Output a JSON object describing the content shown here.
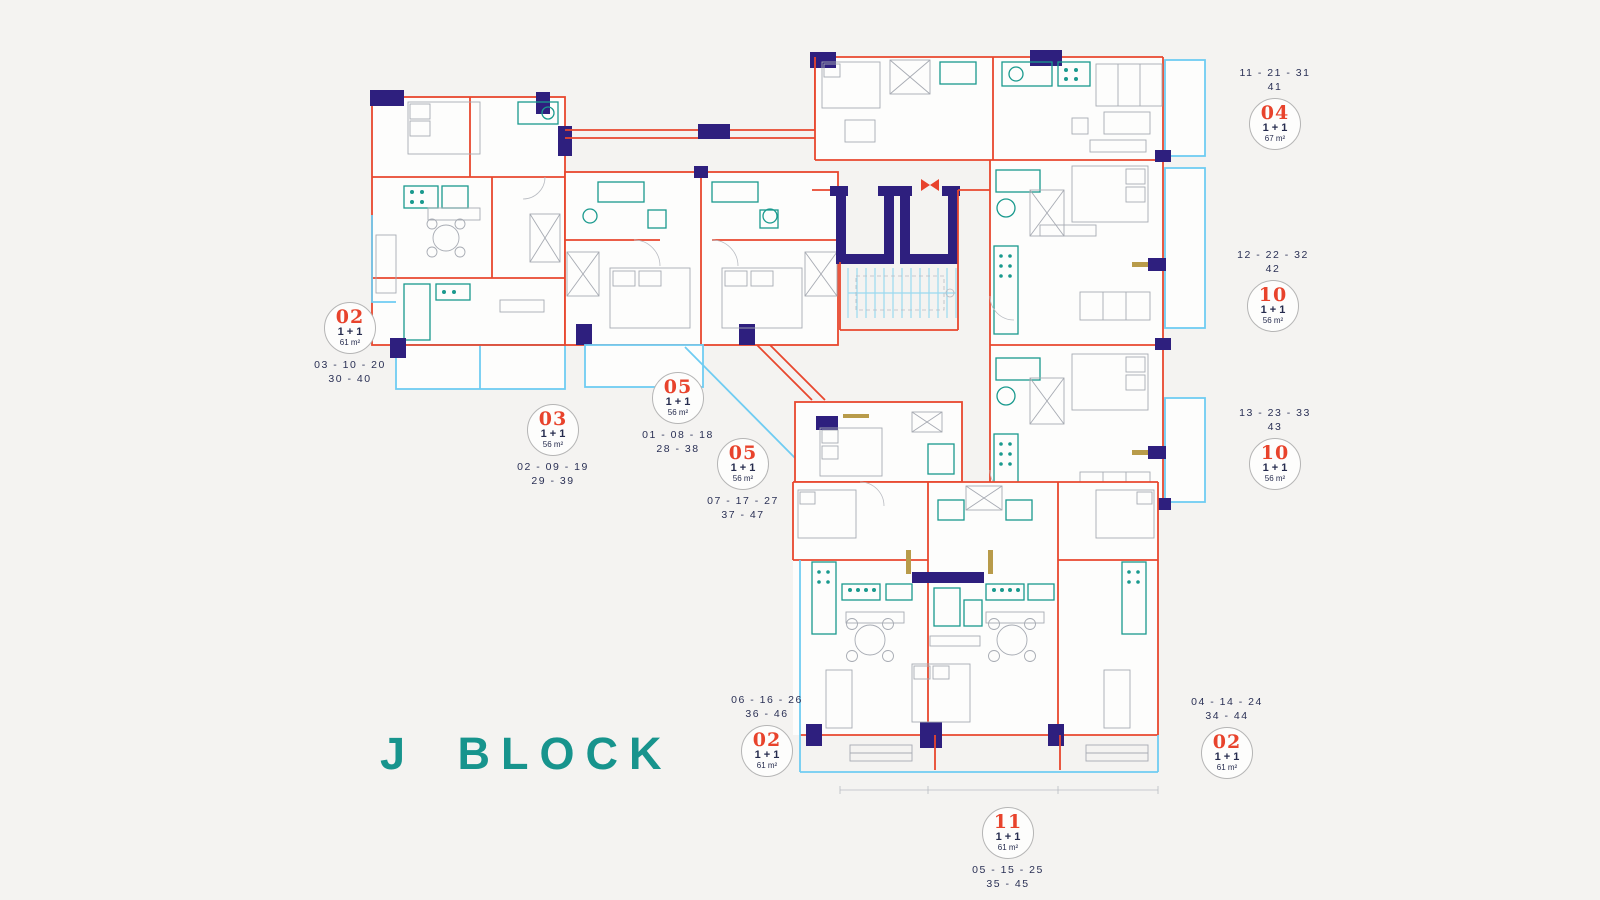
{
  "title": "J BLOCK",
  "colors": {
    "wall_red": "#e8472e",
    "structure_navy": "#2e1f7e",
    "fixture_teal": "#1a9a8e",
    "balcony_blue": "#6fccf2",
    "title_teal": "#17948d",
    "unit_number_red": "#e8432c",
    "text_navy": "#2a3055"
  },
  "units": [
    {
      "unit": "02",
      "type": "1 + 1",
      "area": "61 m²",
      "floors1": "03 - 10 - 20",
      "floors2": "30 - 40"
    },
    {
      "unit": "03",
      "type": "1 + 1",
      "area": "56 m²",
      "floors1": "02 - 09 - 19",
      "floors2": "29 - 39"
    },
    {
      "unit": "05",
      "type": "1 + 1",
      "area": "56 m²",
      "floors1": "01 - 08 - 18",
      "floors2": "28 - 38"
    },
    {
      "unit": "05",
      "type": "1 + 1",
      "area": "56 m²",
      "floors1": "07 - 17 - 27",
      "floors2": "37 - 47"
    },
    {
      "unit": "04",
      "type": "1 + 1",
      "area": "67 m²",
      "floors1": "11 - 21 - 31",
      "floors2": "41"
    },
    {
      "unit": "10",
      "type": "1 + 1",
      "area": "56 m²",
      "floors1": "12 - 22 - 32",
      "floors2": "42"
    },
    {
      "unit": "10",
      "type": "1 + 1",
      "area": "56 m²",
      "floors1": "13 - 23 - 33",
      "floors2": "43"
    },
    {
      "unit": "02",
      "type": "1 + 1",
      "area": "61 m²",
      "floors1": "06 - 16 - 26",
      "floors2": "36 - 46"
    },
    {
      "unit": "02",
      "type": "1 + 1",
      "area": "61 m²",
      "floors1": "04 - 14 - 24",
      "floors2": "34 - 44"
    },
    {
      "unit": "11",
      "type": "1 + 1",
      "area": "61 m²",
      "floors1": "05 - 15 - 25",
      "floors2": "35 - 45"
    }
  ]
}
